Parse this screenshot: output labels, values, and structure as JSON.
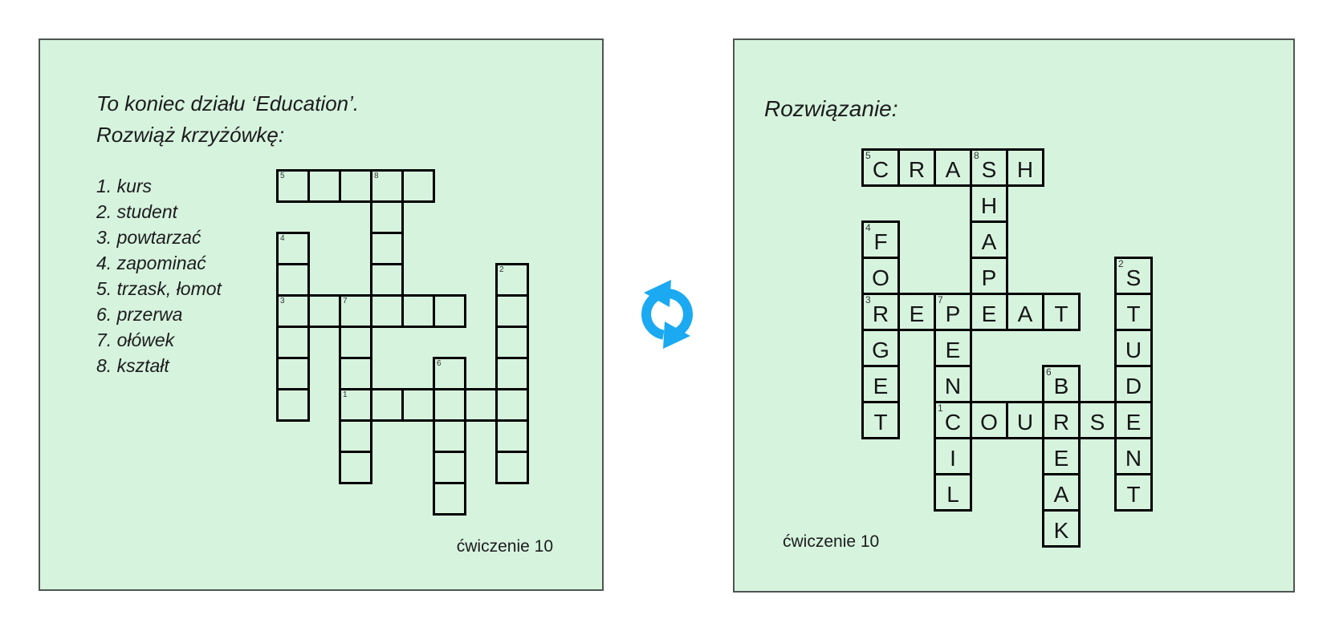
{
  "left_panel": {
    "title_line1": "To koniec działu ‘Education’.",
    "title_line2": "Rozwiąż krzyżówkę:",
    "footer": "ćwiczenie 10"
  },
  "right_panel": {
    "title": "Rozwiązanie:",
    "footer": "ćwiczenie 10"
  },
  "sync_icon": {
    "name": "sync-refresh",
    "color": "#1ba9f2"
  },
  "crossword": {
    "rows": 11,
    "cols": 8,
    "clues": [
      {
        "num": 1,
        "text": "kurs"
      },
      {
        "num": 2,
        "text": "student"
      },
      {
        "num": 3,
        "text": "powtarzać"
      },
      {
        "num": 4,
        "text": "zapominać"
      },
      {
        "num": 5,
        "text": "trzask, łomot"
      },
      {
        "num": 6,
        "text": "przerwa"
      },
      {
        "num": 7,
        "text": "ołówek"
      },
      {
        "num": 8,
        "text": "kształt"
      }
    ],
    "answers": [
      {
        "num": 1,
        "answer": "COURSE",
        "direction": "across"
      },
      {
        "num": 2,
        "answer": "STUDENT",
        "direction": "down"
      },
      {
        "num": 3,
        "answer": "REPEAT",
        "direction": "across"
      },
      {
        "num": 4,
        "answer": "FORGET",
        "direction": "down"
      },
      {
        "num": 5,
        "answer": "CRASH",
        "direction": "across"
      },
      {
        "num": 6,
        "answer": "BREAK",
        "direction": "down"
      },
      {
        "num": 7,
        "answer": "PENCIL",
        "direction": "down"
      },
      {
        "num": 8,
        "answer": "SHAPE",
        "direction": "down"
      }
    ],
    "cells": [
      {
        "r": 0,
        "c": 0,
        "n": 5,
        "l": "C"
      },
      {
        "r": 0,
        "c": 1,
        "l": "R"
      },
      {
        "r": 0,
        "c": 2,
        "l": "A"
      },
      {
        "r": 0,
        "c": 3,
        "n": 8,
        "l": "S"
      },
      {
        "r": 0,
        "c": 4,
        "l": "H"
      },
      {
        "r": 1,
        "c": 3,
        "l": "H"
      },
      {
        "r": 2,
        "c": 0,
        "n": 4,
        "l": "F"
      },
      {
        "r": 2,
        "c": 3,
        "l": "A"
      },
      {
        "r": 3,
        "c": 0,
        "l": "O"
      },
      {
        "r": 3,
        "c": 3,
        "l": "P"
      },
      {
        "r": 3,
        "c": 7,
        "n": 2,
        "l": "S"
      },
      {
        "r": 4,
        "c": 0,
        "n": 3,
        "l": "R"
      },
      {
        "r": 4,
        "c": 1,
        "l": "E"
      },
      {
        "r": 4,
        "c": 2,
        "n": 7,
        "l": "P"
      },
      {
        "r": 4,
        "c": 3,
        "l": "E"
      },
      {
        "r": 4,
        "c": 4,
        "l": "A"
      },
      {
        "r": 4,
        "c": 5,
        "l": "T"
      },
      {
        "r": 4,
        "c": 7,
        "l": "T"
      },
      {
        "r": 5,
        "c": 0,
        "l": "G"
      },
      {
        "r": 5,
        "c": 2,
        "l": "E"
      },
      {
        "r": 5,
        "c": 7,
        "l": "U"
      },
      {
        "r": 6,
        "c": 0,
        "l": "E"
      },
      {
        "r": 6,
        "c": 2,
        "l": "N"
      },
      {
        "r": 6,
        "c": 5,
        "n": 6,
        "l": "B"
      },
      {
        "r": 6,
        "c": 7,
        "l": "D"
      },
      {
        "r": 7,
        "c": 0,
        "l": "T"
      },
      {
        "r": 7,
        "c": 2,
        "n": 1,
        "l": "C"
      },
      {
        "r": 7,
        "c": 3,
        "l": "O"
      },
      {
        "r": 7,
        "c": 4,
        "l": "U"
      },
      {
        "r": 7,
        "c": 5,
        "l": "R"
      },
      {
        "r": 7,
        "c": 6,
        "l": "S"
      },
      {
        "r": 7,
        "c": 7,
        "l": "E"
      },
      {
        "r": 8,
        "c": 2,
        "l": "I"
      },
      {
        "r": 8,
        "c": 5,
        "l": "E"
      },
      {
        "r": 8,
        "c": 7,
        "l": "N"
      },
      {
        "r": 9,
        "c": 2,
        "l": "L"
      },
      {
        "r": 9,
        "c": 5,
        "l": "A"
      },
      {
        "r": 9,
        "c": 7,
        "l": "T"
      },
      {
        "r": 10,
        "c": 5,
        "l": "K"
      }
    ]
  }
}
